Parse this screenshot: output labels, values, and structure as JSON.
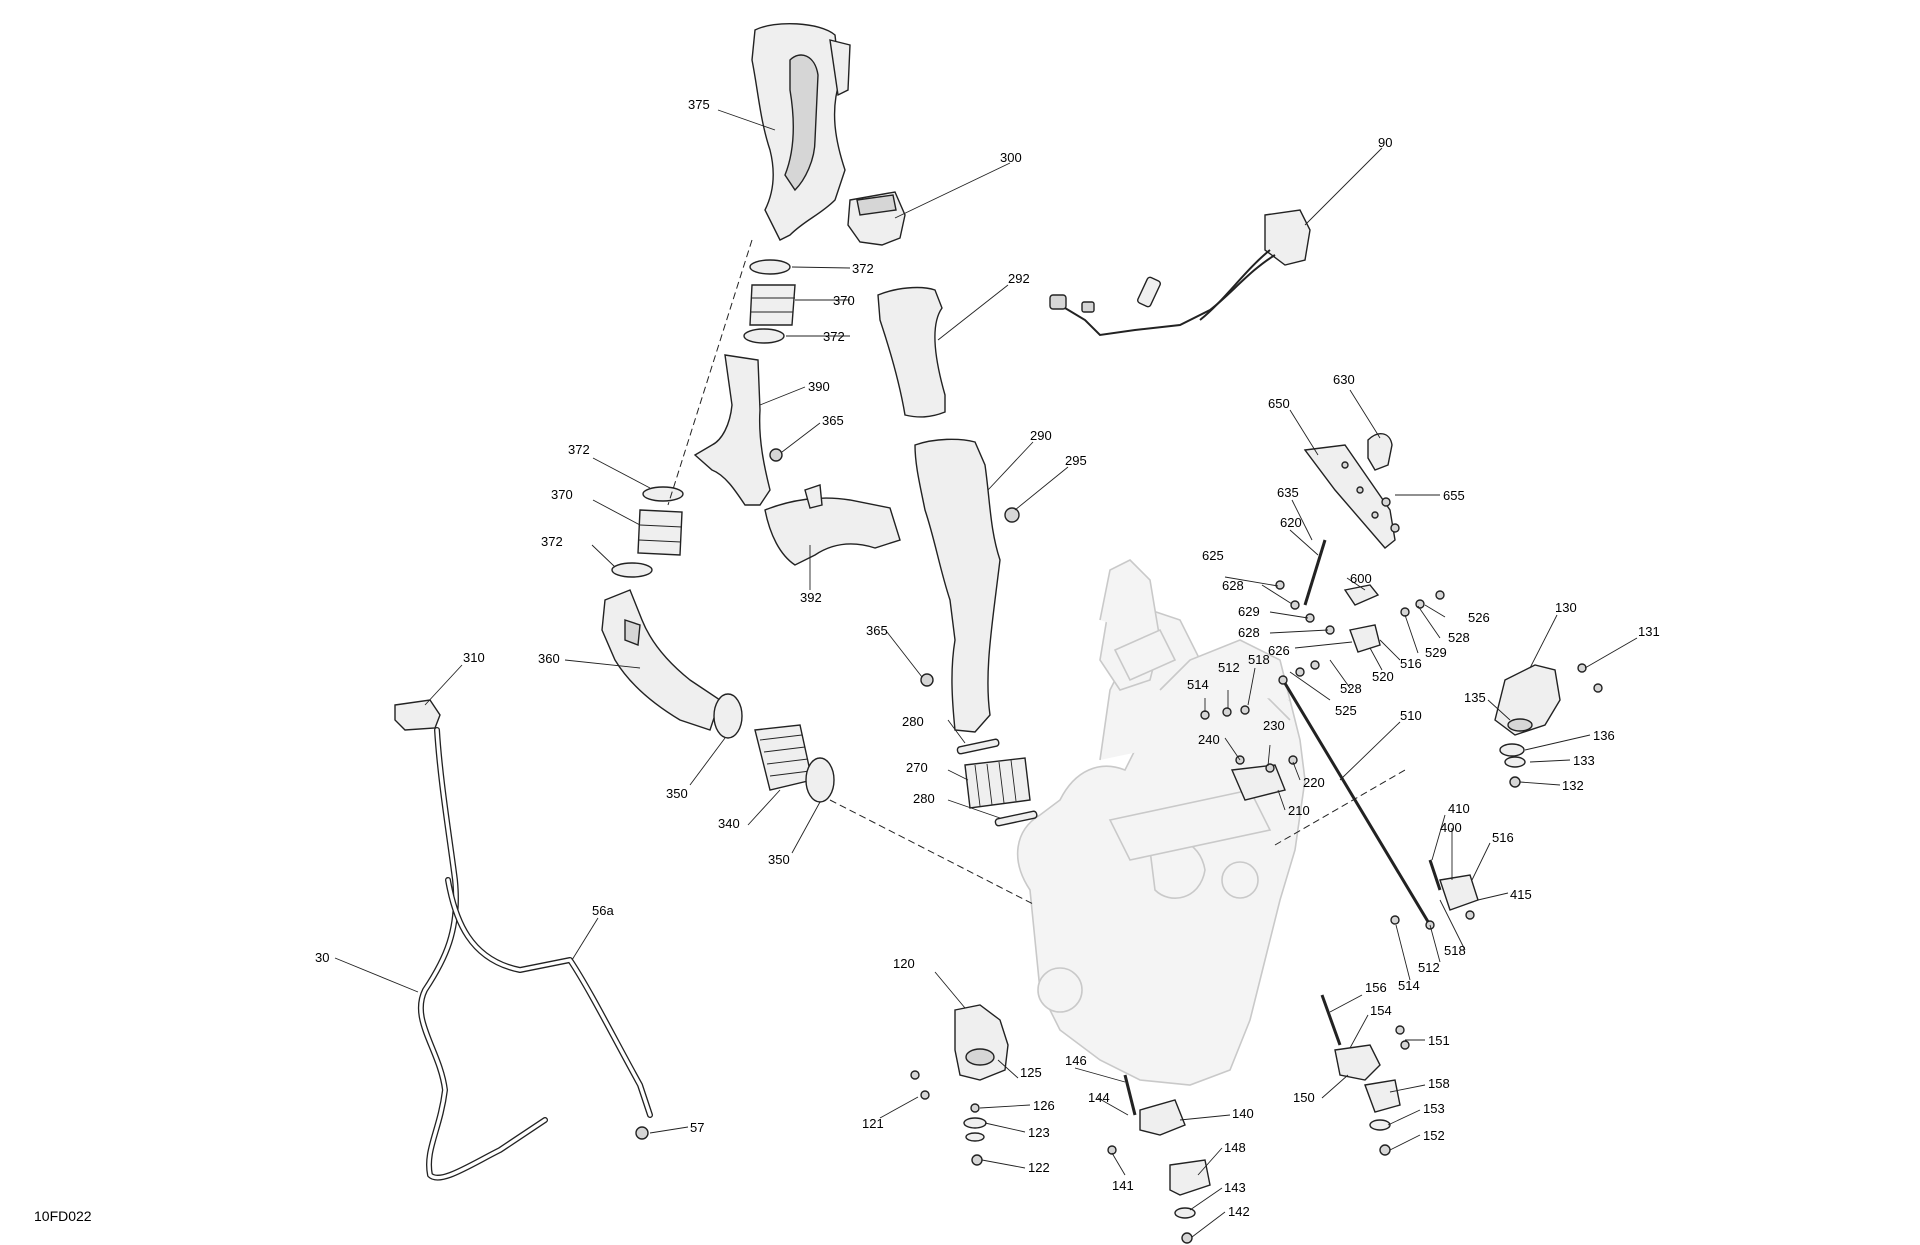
{
  "figure_code": "10FD022",
  "callouts": [
    {
      "id": "375",
      "label": "375"
    },
    {
      "id": "300",
      "label": "300"
    },
    {
      "id": "90",
      "label": "90"
    },
    {
      "id": "372a",
      "label": "372"
    },
    {
      "id": "370a",
      "label": "370"
    },
    {
      "id": "372b",
      "label": "372"
    },
    {
      "id": "292",
      "label": "292"
    },
    {
      "id": "390",
      "label": "390"
    },
    {
      "id": "365a",
      "label": "365"
    },
    {
      "id": "630",
      "label": "630"
    },
    {
      "id": "650",
      "label": "650"
    },
    {
      "id": "290",
      "label": "290"
    },
    {
      "id": "295",
      "label": "295"
    },
    {
      "id": "372c",
      "label": "372"
    },
    {
      "id": "370b",
      "label": "370"
    },
    {
      "id": "372d",
      "label": "372"
    },
    {
      "id": "392",
      "label": "392"
    },
    {
      "id": "635",
      "label": "635"
    },
    {
      "id": "655",
      "label": "655"
    },
    {
      "id": "620",
      "label": "620"
    },
    {
      "id": "625",
      "label": "625"
    },
    {
      "id": "628a",
      "label": "628"
    },
    {
      "id": "600",
      "label": "600"
    },
    {
      "id": "629",
      "label": "629"
    },
    {
      "id": "628b",
      "label": "628"
    },
    {
      "id": "626",
      "label": "626"
    },
    {
      "id": "526",
      "label": "526"
    },
    {
      "id": "528a",
      "label": "528"
    },
    {
      "id": "529",
      "label": "529"
    },
    {
      "id": "516a",
      "label": "516"
    },
    {
      "id": "520",
      "label": "520"
    },
    {
      "id": "528b",
      "label": "528"
    },
    {
      "id": "130",
      "label": "130"
    },
    {
      "id": "131",
      "label": "131"
    },
    {
      "id": "310",
      "label": "310"
    },
    {
      "id": "360",
      "label": "360"
    },
    {
      "id": "365b",
      "label": "365"
    },
    {
      "id": "514a",
      "label": "514"
    },
    {
      "id": "512a",
      "label": "512"
    },
    {
      "id": "518a",
      "label": "518"
    },
    {
      "id": "525",
      "label": "525"
    },
    {
      "id": "510",
      "label": "510"
    },
    {
      "id": "135",
      "label": "135"
    },
    {
      "id": "136",
      "label": "136"
    },
    {
      "id": "133",
      "label": "133"
    },
    {
      "id": "132",
      "label": "132"
    },
    {
      "id": "240",
      "label": "240"
    },
    {
      "id": "230",
      "label": "230"
    },
    {
      "id": "220",
      "label": "220"
    },
    {
      "id": "210",
      "label": "210"
    },
    {
      "id": "280a",
      "label": "280"
    },
    {
      "id": "270",
      "label": "270"
    },
    {
      "id": "280b",
      "label": "280"
    },
    {
      "id": "350a",
      "label": "350"
    },
    {
      "id": "340",
      "label": "340"
    },
    {
      "id": "350b",
      "label": "350"
    },
    {
      "id": "410",
      "label": "410"
    },
    {
      "id": "400",
      "label": "400"
    },
    {
      "id": "516b",
      "label": "516"
    },
    {
      "id": "415",
      "label": "415"
    },
    {
      "id": "518b",
      "label": "518"
    },
    {
      "id": "512b",
      "label": "512"
    },
    {
      "id": "514b",
      "label": "514"
    },
    {
      "id": "56a",
      "label": "56a"
    },
    {
      "id": "30",
      "label": "30"
    },
    {
      "id": "120",
      "label": "120"
    },
    {
      "id": "156",
      "label": "156"
    },
    {
      "id": "154",
      "label": "154"
    },
    {
      "id": "151",
      "label": "151"
    },
    {
      "id": "125",
      "label": "125"
    },
    {
      "id": "146",
      "label": "146"
    },
    {
      "id": "150",
      "label": "150"
    },
    {
      "id": "158",
      "label": "158"
    },
    {
      "id": "126",
      "label": "126"
    },
    {
      "id": "144",
      "label": "144"
    },
    {
      "id": "140",
      "label": "140"
    },
    {
      "id": "153",
      "label": "153"
    },
    {
      "id": "121",
      "label": "121"
    },
    {
      "id": "123",
      "label": "123"
    },
    {
      "id": "152",
      "label": "152"
    },
    {
      "id": "57",
      "label": "57"
    },
    {
      "id": "148",
      "label": "148"
    },
    {
      "id": "122",
      "label": "122"
    },
    {
      "id": "141",
      "label": "141"
    },
    {
      "id": "143",
      "label": "143"
    },
    {
      "id": "142",
      "label": "142"
    }
  ]
}
